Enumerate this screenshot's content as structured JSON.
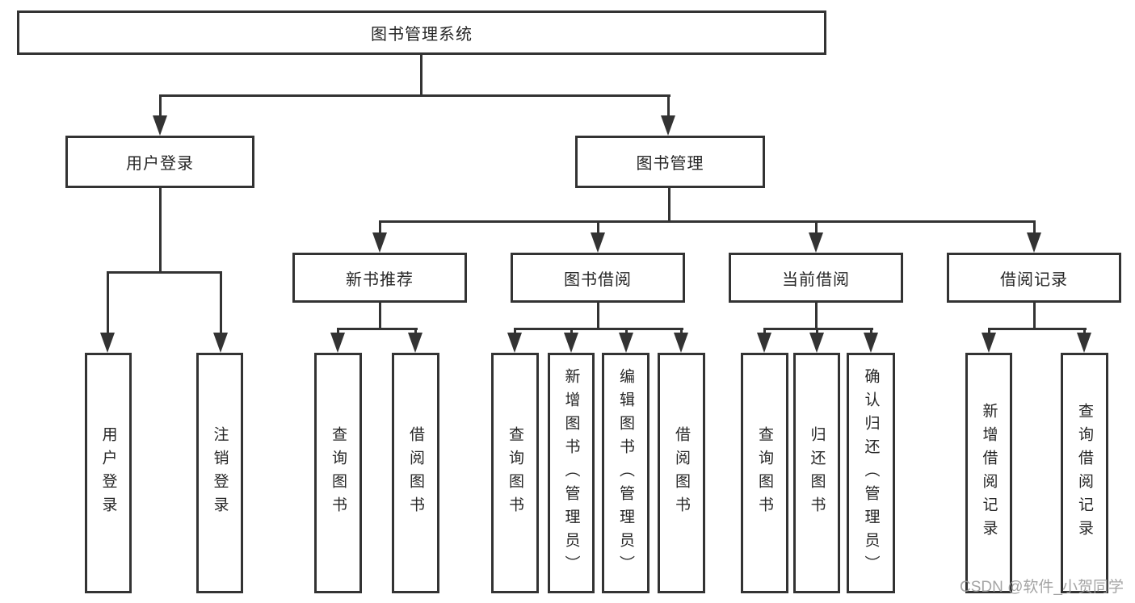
{
  "root": {
    "label": "图书管理系统"
  },
  "level2": {
    "user_login": "用户登录",
    "book_mgmt": "图书管理"
  },
  "level3": {
    "new_books": "新书推荐",
    "borrowing": "图书借阅",
    "current": "当前借阅",
    "records": "借阅记录"
  },
  "leaves": {
    "user_login": [
      "用户登录",
      "注销登录"
    ],
    "new_books": [
      "查询图书",
      "借阅图书"
    ],
    "borrowing": [
      "查询图书",
      "新增图书（管理员）",
      "编辑图书（管理员）",
      "借阅图书"
    ],
    "current": [
      "查询图书",
      "归还图书",
      "确认归还（管理员）"
    ],
    "records": [
      "新增借阅记录",
      "查询借阅记录"
    ]
  },
  "watermark": "CSDN @软件_小贺同学",
  "colors": {
    "line": "#333333",
    "text": "#262626",
    "watermark": "#9b9b9b",
    "background": "#ffffff"
  }
}
